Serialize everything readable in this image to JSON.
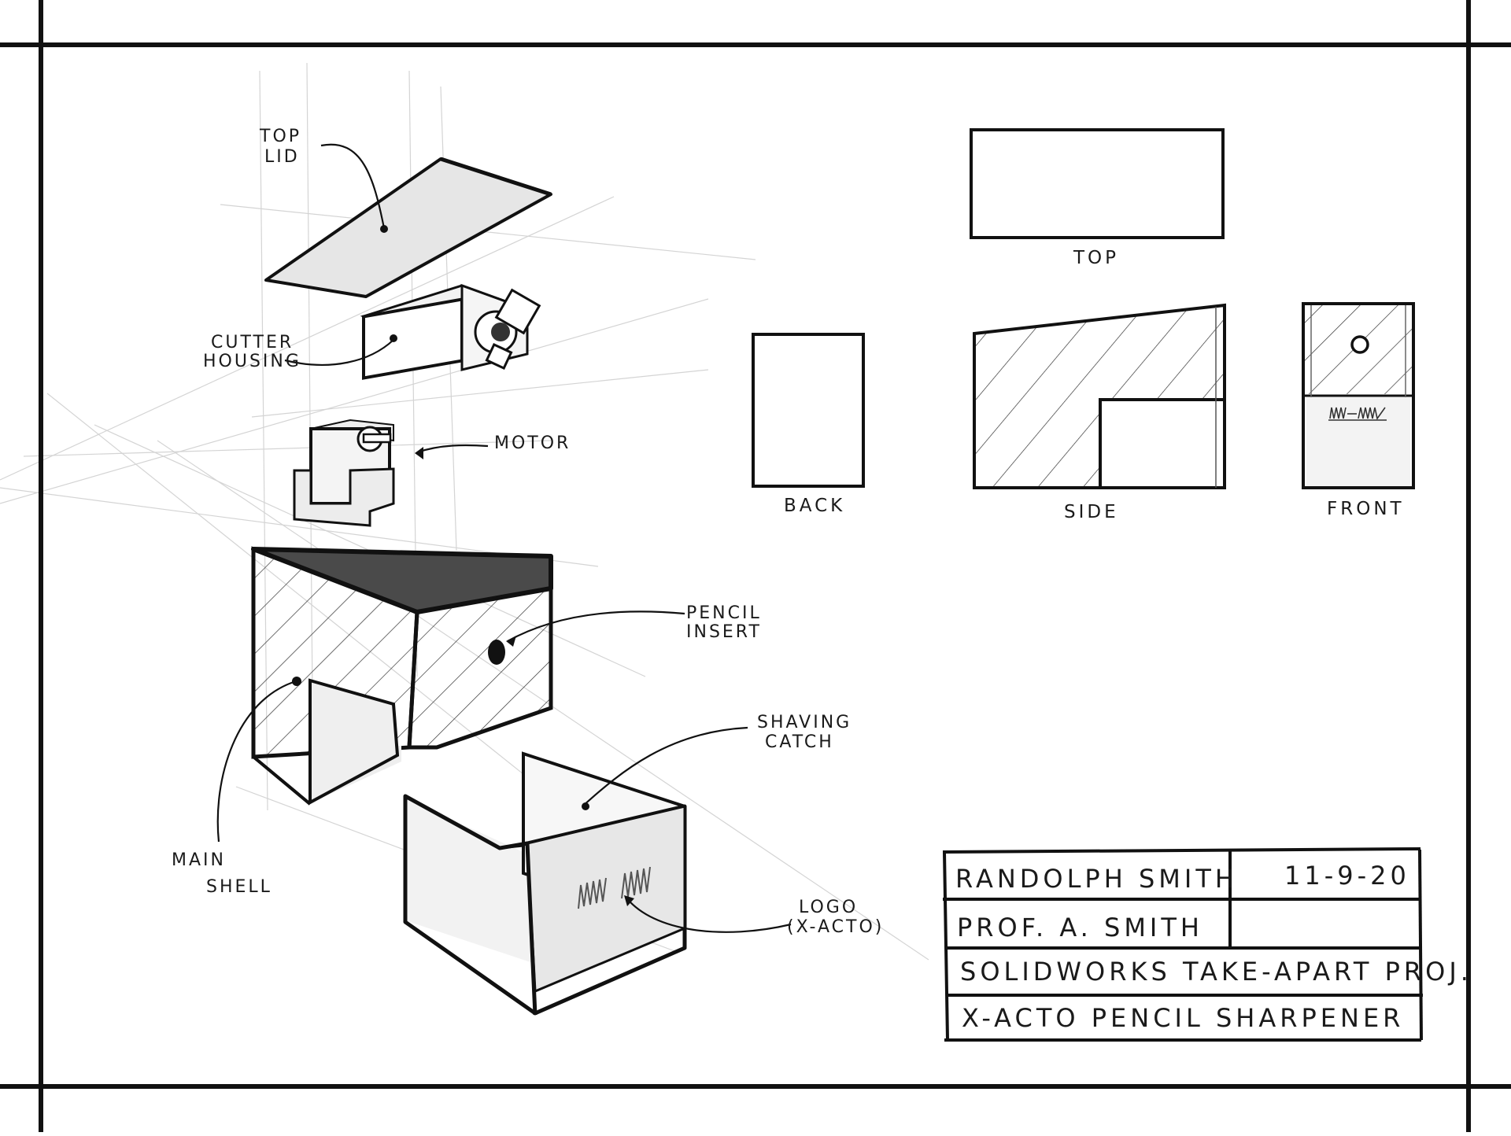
{
  "labels": {
    "top_lid": [
      "TOP",
      "LID"
    ],
    "cutter_housing": [
      "CUTTER",
      "HOUSING"
    ],
    "motor": "MOTOR",
    "pencil_insert": [
      "PENCIL",
      "INSERT"
    ],
    "shaving_catch": [
      "SHAVING",
      "CATCH"
    ],
    "main_shell": [
      "MAIN",
      "SHELL"
    ],
    "logo": [
      "LOGO",
      "(X-ACTO)"
    ]
  },
  "views": {
    "top": "TOP",
    "back": "BACK",
    "side": "SIDE",
    "front": "FRONT"
  },
  "title_block": {
    "name": "RANDOLPH SMITH",
    "date": "11-9-20",
    "professor": "PROF. A. SMITH",
    "project": "SOLIDWORKS TAKE-APART PROJ.",
    "subject": "X-ACTO PENCIL SHARPENER"
  }
}
